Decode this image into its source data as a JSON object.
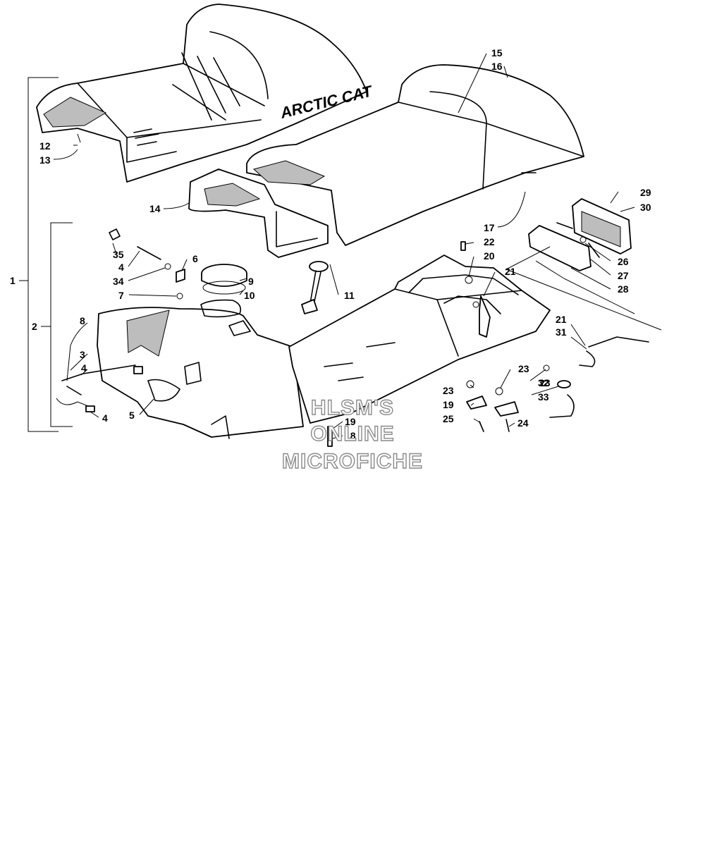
{
  "brand_text": "ARCTIC CAT",
  "watermark": [
    "HLSM'S",
    "ONLINE",
    "MICROFICHE"
  ],
  "callouts": [
    "1",
    "2",
    "3",
    "4",
    "4",
    "4",
    "4",
    "5",
    "6",
    "7",
    "8",
    "9",
    "10",
    "11",
    "12",
    "13",
    "14",
    "15",
    "16",
    "17",
    "18",
    "19",
    "19",
    "20",
    "21",
    "21",
    "22",
    "23",
    "23",
    "23",
    "24",
    "25",
    "26",
    "27",
    "28",
    "29",
    "30",
    "31",
    "32",
    "33",
    "34",
    "35"
  ]
}
